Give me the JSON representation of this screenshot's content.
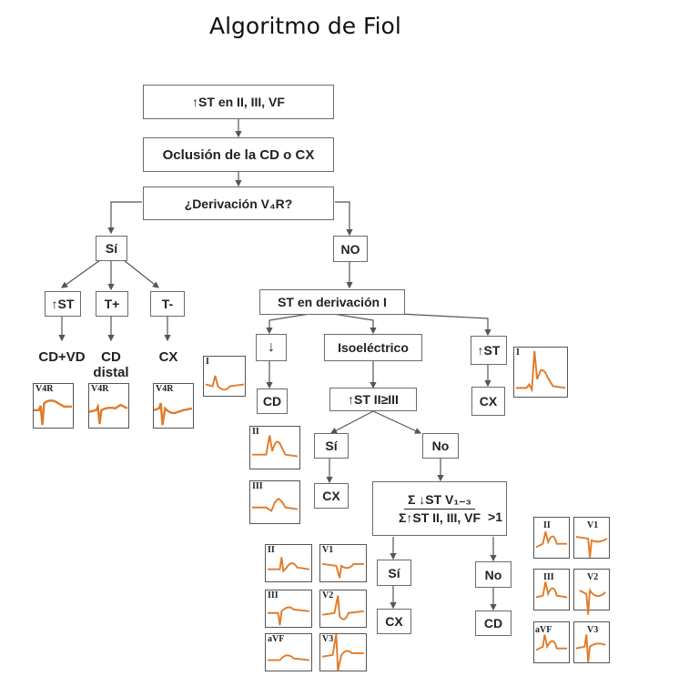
{
  "title": "Algoritmo de Fiol",
  "nodes": {
    "st_ii_iii_vf": "↑ST en  II, III, VF",
    "oclusion": "Oclusión de la CD o CX",
    "derivacion_v4r": "¿Derivación V₄R?",
    "si_v4r": "Sí",
    "no_v4r": "NO",
    "st_up": "↑ST",
    "t_plus": "T+",
    "t_minus": "T-",
    "res_cd_vd": "CD+VD",
    "res_cd_distal": "CD distal",
    "res_cx_left": "CX",
    "st_deriv_i": "ST en derivación I",
    "down": "↓",
    "isoelectrico": "Isoeléctrico",
    "st_up_right": "↑ST",
    "res_cd_down": "CD",
    "st_ii_ge_iii": "↑ST II≥III",
    "res_cx_right": "CX",
    "si_ii": "Sí",
    "no_ii": "No",
    "res_cx_si": "CX",
    "ratio_num": "Σ ↓ST V₁₋₃",
    "ratio_den": "Σ↑ST II, III, VF",
    "ratio_gt": ">1",
    "si_ratio": "Sí",
    "no_ratio": "No",
    "res_cx_ratio": "CX",
    "res_cd_ratio": "CD"
  },
  "ecg_panels": {
    "v4r_1": "V4R",
    "v4r_2": "V4R",
    "v4r_3": "V4R",
    "lead_i_down": "I",
    "lead_i_up": "I",
    "lead_ii": "II",
    "lead_iii": "III",
    "bl_ii": "II",
    "bl_v1": "V1",
    "bl_iii": "III",
    "bl_v2": "V2",
    "bl_avf": "aVF",
    "bl_v3": "V3",
    "br_ii": "II",
    "br_v1": "V1",
    "br_iii": "III",
    "br_v2": "V2",
    "br_avf": "aVF",
    "br_v3": "V3"
  },
  "colors": {
    "trace": "#e07b2a",
    "border": "#6b6b6b",
    "line": "#555555"
  }
}
